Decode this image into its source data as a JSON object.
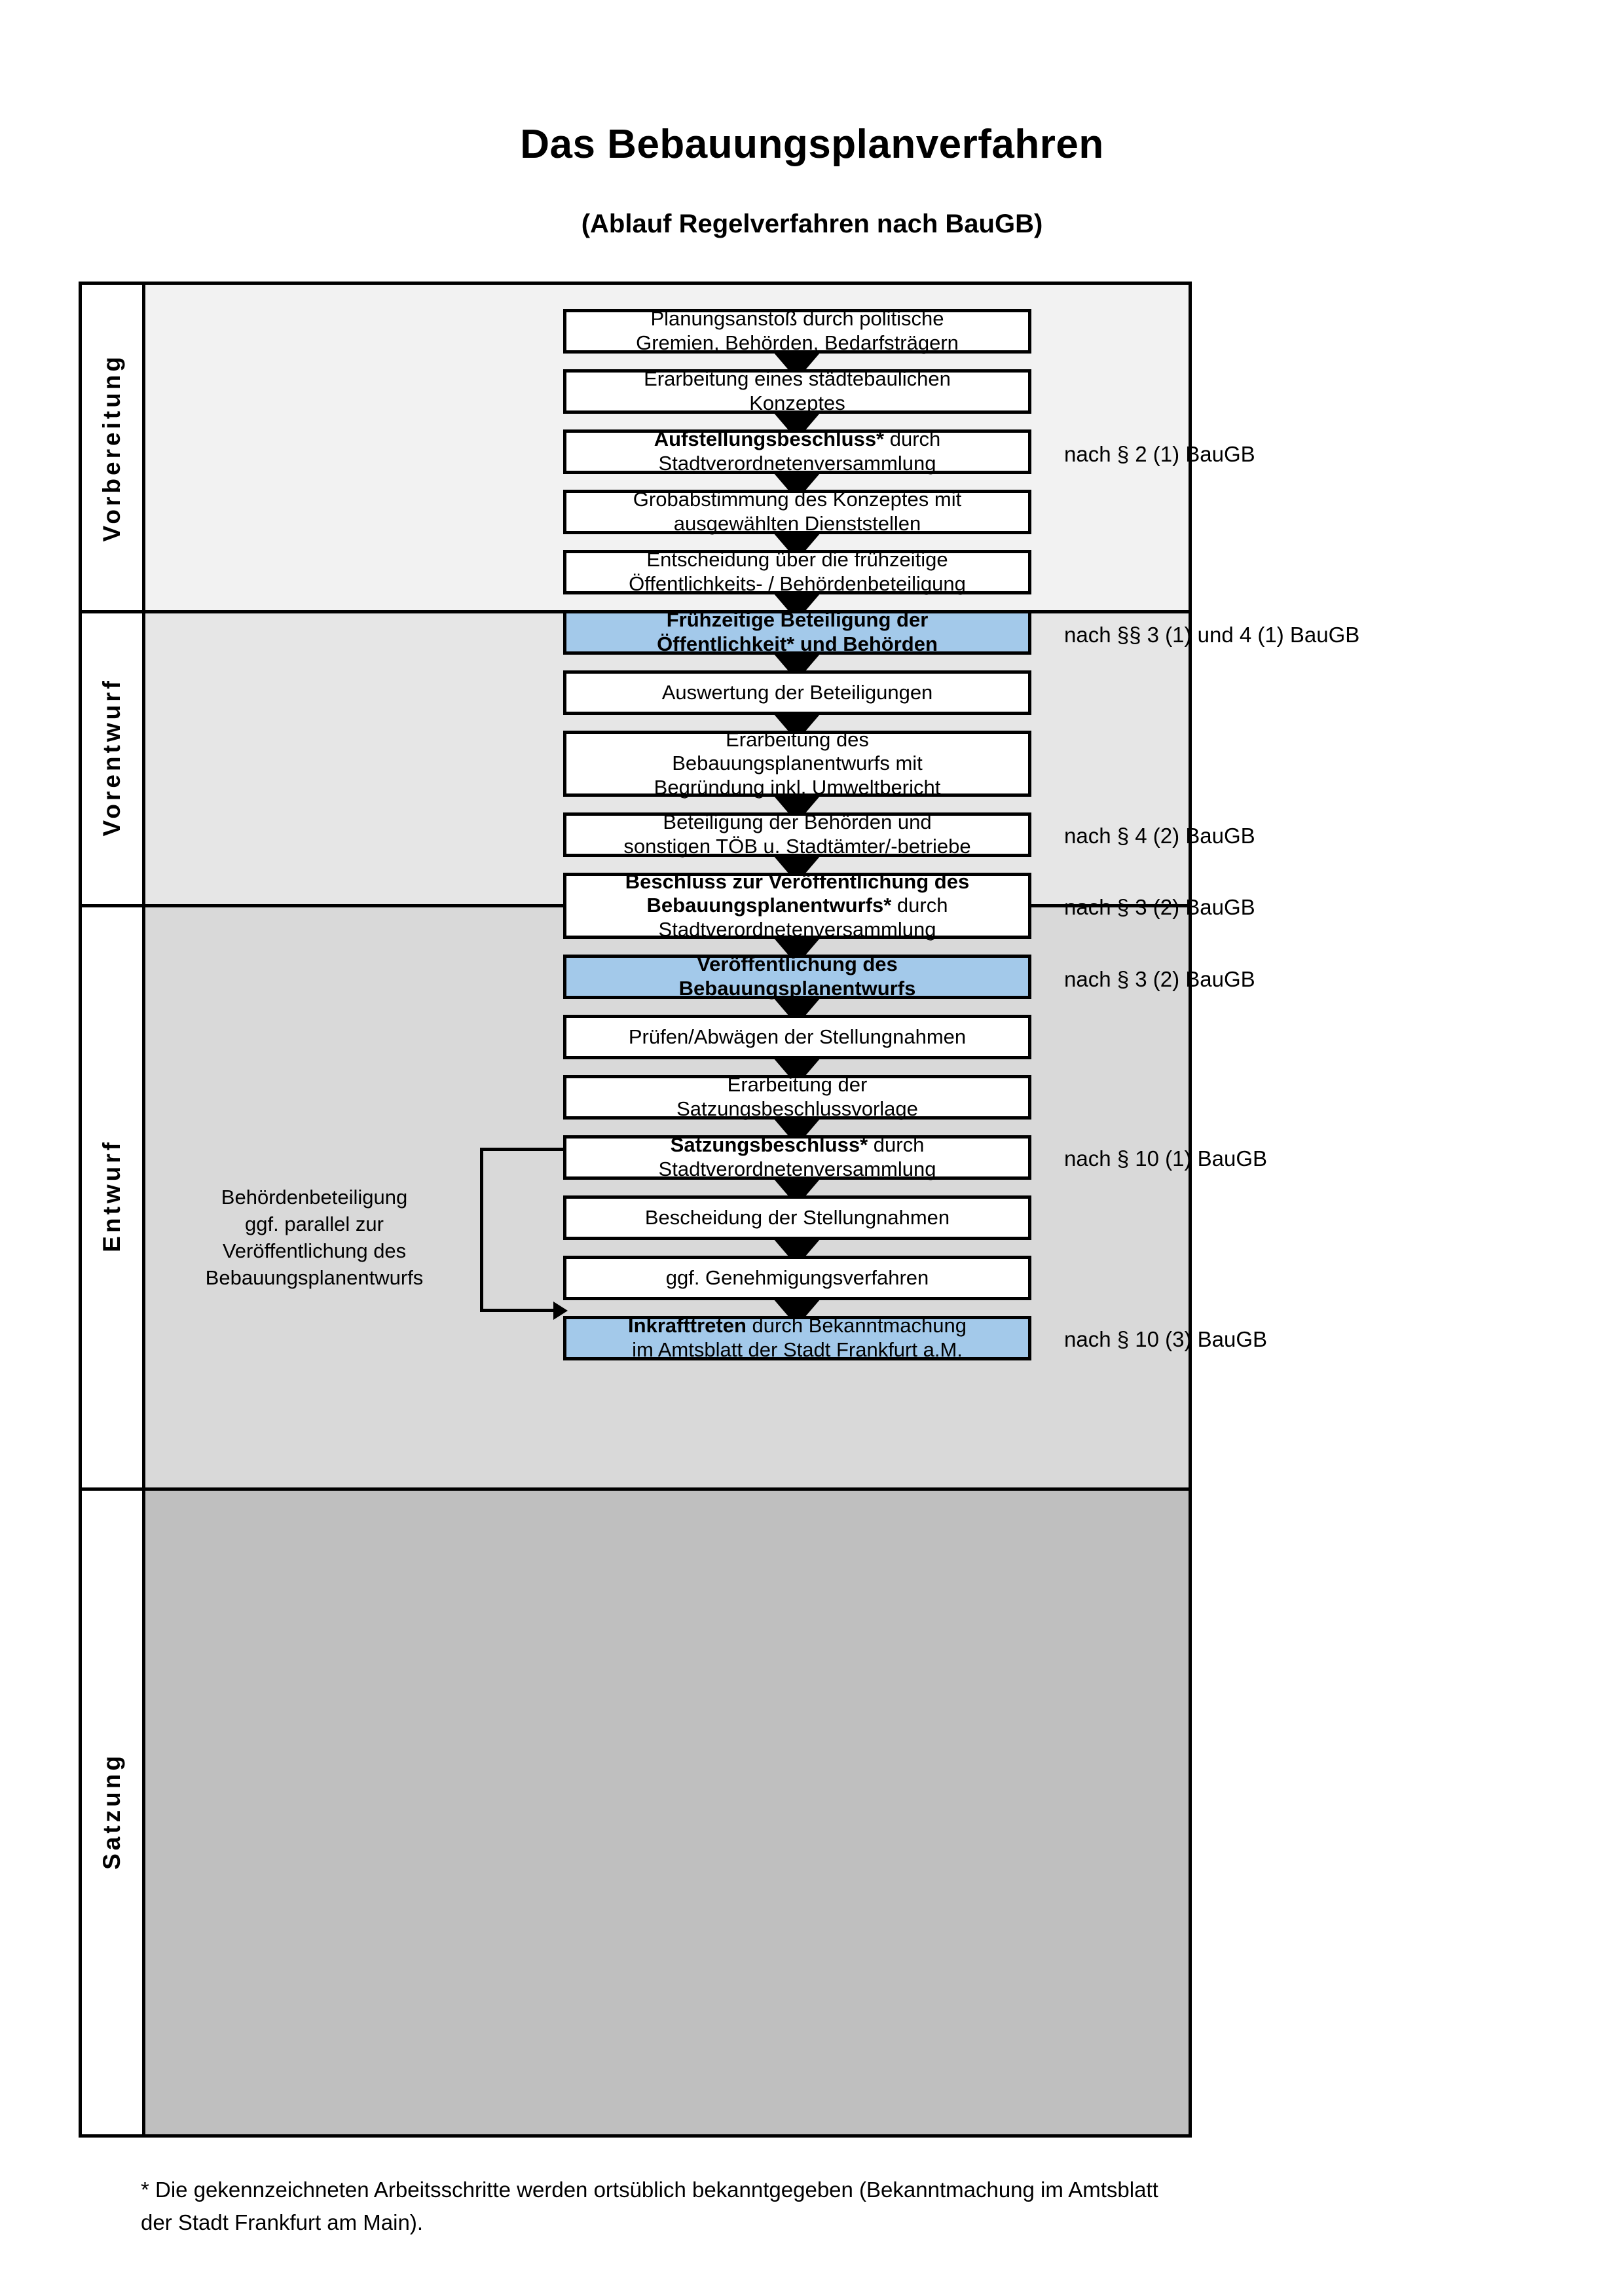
{
  "header": {
    "title": "Das Bebauungsplanverfahren",
    "subtitle": "(Ablauf Regelverfahren nach BauGB)"
  },
  "colors": {
    "highlight": "#A3C9EA",
    "band_vorbereitung": "#F2F2F2",
    "band_vorentwurf": "#E6E6E6",
    "band_entwurf": "#D9D9D9",
    "band_satzung": "#BFBFBF",
    "outline": "#000000"
  },
  "phases": [
    {
      "id": "vorbereitung",
      "label": "Vorbereitung"
    },
    {
      "id": "vorentwurf",
      "label": "Vorentwurf"
    },
    {
      "id": "entwurf",
      "label": "Entwurf"
    },
    {
      "id": "satzung",
      "label": "Satzung"
    }
  ],
  "steps": [
    {
      "id": "s1",
      "phase": "vorbereitung",
      "highlight": false,
      "lines": [
        {
          "text": "Planungsanstoß durch politische",
          "bold": false
        },
        {
          "text": "Gremien, Behörden, Bedarfsträgern",
          "bold": false
        }
      ]
    },
    {
      "id": "s2",
      "phase": "vorbereitung",
      "highlight": false,
      "lines": [
        {
          "text": "Erarbeitung eines städtebaulichen",
          "bold": false
        },
        {
          "text": "Konzeptes",
          "bold": false
        }
      ]
    },
    {
      "id": "s3",
      "phase": "vorbereitung",
      "highlight": false,
      "lines": [
        {
          "text": "Aufstellungsbeschluss*",
          "bold": true,
          "suffix": " durch"
        },
        {
          "text": "Stadtverordnetenversammlung",
          "bold": false
        }
      ]
    },
    {
      "id": "s4",
      "phase": "vorentwurf",
      "highlight": false,
      "lines": [
        {
          "text": "Grobabstimmung des Konzeptes mit",
          "bold": false
        },
        {
          "text": "ausgewählten Dienststellen",
          "bold": false
        }
      ]
    },
    {
      "id": "s5",
      "phase": "vorentwurf",
      "highlight": false,
      "lines": [
        {
          "text": "Entscheidung über die frühzeitige",
          "bold": false
        },
        {
          "text": "Öffentlichkeits- / Behördenbeteiligung",
          "bold": false
        }
      ]
    },
    {
      "id": "s6",
      "phase": "vorentwurf",
      "highlight": true,
      "lines": [
        {
          "text": "Frühzeitige Beteiligung der",
          "bold": true
        },
        {
          "text": "Öffentlichkeit* und Behörden",
          "bold": true
        }
      ]
    },
    {
      "id": "s7",
      "phase": "entwurf",
      "highlight": false,
      "lines": [
        {
          "text": "Auswertung der Beteiligungen",
          "bold": false
        }
      ]
    },
    {
      "id": "s8",
      "phase": "entwurf",
      "highlight": false,
      "lines": [
        {
          "text": "Erarbeitung des",
          "bold": false
        },
        {
          "text": "Bebauungsplanentwurfs mit",
          "bold": false
        },
        {
          "text": "Begründung inkl. Umweltbericht",
          "bold": false
        }
      ]
    },
    {
      "id": "s9",
      "phase": "entwurf",
      "highlight": false,
      "lines": [
        {
          "text": "Beteiligung der Behörden und",
          "bold": false
        },
        {
          "text": "sonstigen TÖB u. Stadtämter/-betriebe",
          "bold": false
        }
      ]
    },
    {
      "id": "s10",
      "phase": "entwurf",
      "highlight": false,
      "lines": [
        {
          "text": "Beschluss zur Veröffentlichung des",
          "bold": true
        },
        {
          "text": "Bebauungsplanentwurfs*",
          "bold": true,
          "suffix": " durch"
        },
        {
          "text": "Stadtverordnetenversammlung",
          "bold": false
        }
      ]
    },
    {
      "id": "s11",
      "phase": "entwurf",
      "highlight": true,
      "lines": [
        {
          "text": "Veröffentlichung des",
          "bold": true
        },
        {
          "text": "Bebauungsplanentwurfs",
          "bold": true
        }
      ]
    },
    {
      "id": "s12",
      "phase": "satzung",
      "highlight": false,
      "lines": [
        {
          "text": "Prüfen/Abwägen der Stellungnahmen",
          "bold": false
        }
      ]
    },
    {
      "id": "s13",
      "phase": "satzung",
      "highlight": false,
      "lines": [
        {
          "text": "Erarbeitung der",
          "bold": false
        },
        {
          "text": "Satzungsbeschlussvorlage",
          "bold": false
        }
      ]
    },
    {
      "id": "s14",
      "phase": "satzung",
      "highlight": false,
      "lines": [
        {
          "text": "Satzungsbeschluss*",
          "bold": true,
          "suffix": " durch"
        },
        {
          "text": "Stadtverordnetenversammlung",
          "bold": false
        }
      ]
    },
    {
      "id": "s15",
      "phase": "satzung",
      "highlight": false,
      "lines": [
        {
          "text": "Bescheidung der Stellungnahmen",
          "bold": false
        }
      ]
    },
    {
      "id": "s16",
      "phase": "satzung",
      "highlight": false,
      "lines": [
        {
          "text": "ggf. Genehmigungsverfahren",
          "bold": false
        }
      ]
    },
    {
      "id": "s17",
      "phase": "satzung",
      "highlight": true,
      "lines": [
        {
          "text": "Inkrafttreten",
          "bold": true,
          "suffix": " durch Bekanntmachung"
        },
        {
          "text": "im Amtsblatt der Stadt Frankfurt a.M.",
          "bold": false
        }
      ]
    }
  ],
  "legal_refs": [
    {
      "id": "r1",
      "text": "nach § 2 (1) BauGB",
      "for_step": "s3"
    },
    {
      "id": "r2",
      "text": "nach §§ 3 (1) und 4 (1) BauGB",
      "for_step": "s6"
    },
    {
      "id": "r3",
      "text": "nach § 4 (2) BauGB",
      "for_step": "s9"
    },
    {
      "id": "r4",
      "text": "nach § 3 (2) BauGB",
      "for_step": "s10"
    },
    {
      "id": "r5",
      "text": "nach § 3 (2) BauGB",
      "for_step": "s11"
    },
    {
      "id": "r6",
      "text": "nach § 10 (1) BauGB",
      "for_step": "s14"
    },
    {
      "id": "r7",
      "text": "nach § 10 (3) BauGB",
      "for_step": "s17"
    }
  ],
  "side_note": {
    "lines": [
      "Behördenbeteiligung",
      "ggf. parallel zur",
      "Veröffentlichung des",
      "Bebauungsplanentwurfs"
    ]
  },
  "footnote": {
    "text": "* Die gekennzeichneten Arbeitsschritte werden ortsüblich bekanntgegeben (Bekanntmachung im Amtsblatt  der Stadt Frankfurt am Main)."
  }
}
